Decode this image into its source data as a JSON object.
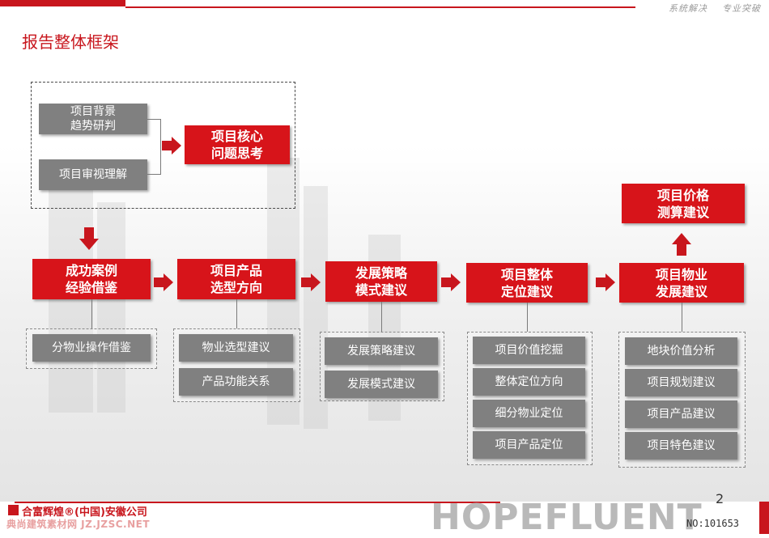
{
  "header": {
    "slogan": "系统解决    专业突破",
    "page_title": "报告整体框架"
  },
  "top_group": {
    "inputs": [
      "项目背景\n趋势研判",
      "项目审视理解"
    ],
    "core": "项目核心\n问题思考"
  },
  "top_price": "项目价格\n测算建议",
  "stages": [
    {
      "title": "成功案例\n经验借鉴",
      "items": [
        "分物业操作借鉴"
      ]
    },
    {
      "title": "项目产品\n选型方向",
      "items": [
        "物业选型建议",
        "产品功能关系"
      ]
    },
    {
      "title": "发展策略\n模式建议",
      "items": [
        "发展策略建议",
        "发展模式建议"
      ]
    },
    {
      "title": "项目整体\n定位建议",
      "items": [
        "项目价值挖掘",
        "整体定位方向",
        "细分物业定位",
        "项目产品定位"
      ]
    },
    {
      "title": "项目物业\n发展建议",
      "items": [
        "地块价值分析",
        "项目规划建议",
        "项目产品建议",
        "项目特色建议"
      ]
    }
  ],
  "footer": {
    "company": "合富辉煌®(中国)安徽公司",
    "website": "典尚建筑素材网 JZ.JZSC.NET",
    "brand": "HOPEFLUENT",
    "doc_no": "NO:101653",
    "page_number": "2"
  },
  "colors": {
    "accent_red": "#d7141a",
    "box_gray": "#808080"
  }
}
